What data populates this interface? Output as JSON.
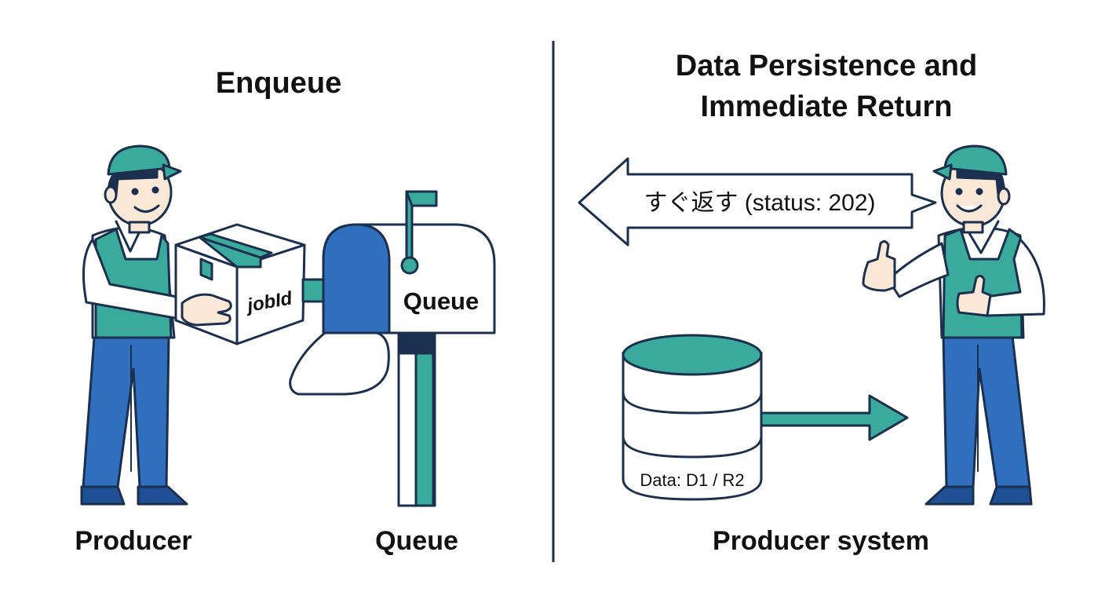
{
  "left_panel": {
    "title": "Enqueue",
    "box_label": "jobId",
    "mailbox_label": "Queue",
    "producer_caption": "Producer",
    "queue_caption": "Queue"
  },
  "right_panel": {
    "title_line1": "Data Persistence and",
    "title_line2": "Immediate Return",
    "return_arrow_label": "すぐ返す (status: 202)",
    "database_label": "Data: D1 / R2",
    "system_caption": "Producer system"
  },
  "colors": {
    "navy": "#1b2f4e",
    "teal": "#3aaa9c",
    "blue": "#2f6fbe",
    "dark_blue": "#1f4f94",
    "skin": "#fbe8d6"
  }
}
